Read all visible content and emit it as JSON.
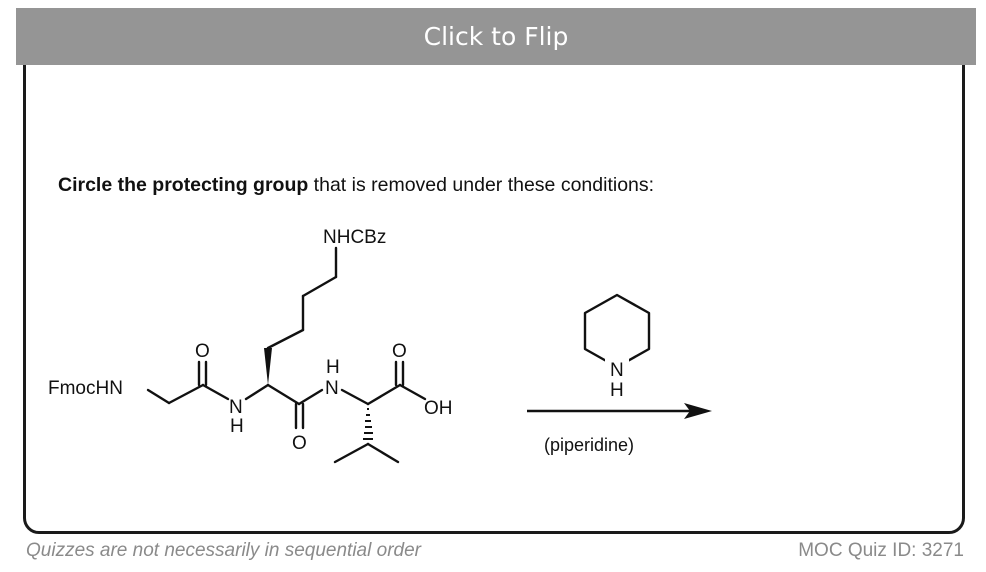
{
  "flip_button": {
    "label": "Click to Flip"
  },
  "question": {
    "bold_part": "Circle the protecting group",
    "rest": " that is removed under these conditions:"
  },
  "molecule": {
    "fmoc_label": "FmocHN",
    "nhcbz_label": "NHCBz",
    "oh_label": "OH",
    "o_label": "O",
    "n_label": "N",
    "h_label": "H"
  },
  "reagent": {
    "ring_n": "N",
    "ring_h": "H",
    "condition_label": "(piperidine)"
  },
  "footer": {
    "left": "Quizzes are not necessarily in sequential order",
    "right": "MOC Quiz ID: 3271"
  }
}
